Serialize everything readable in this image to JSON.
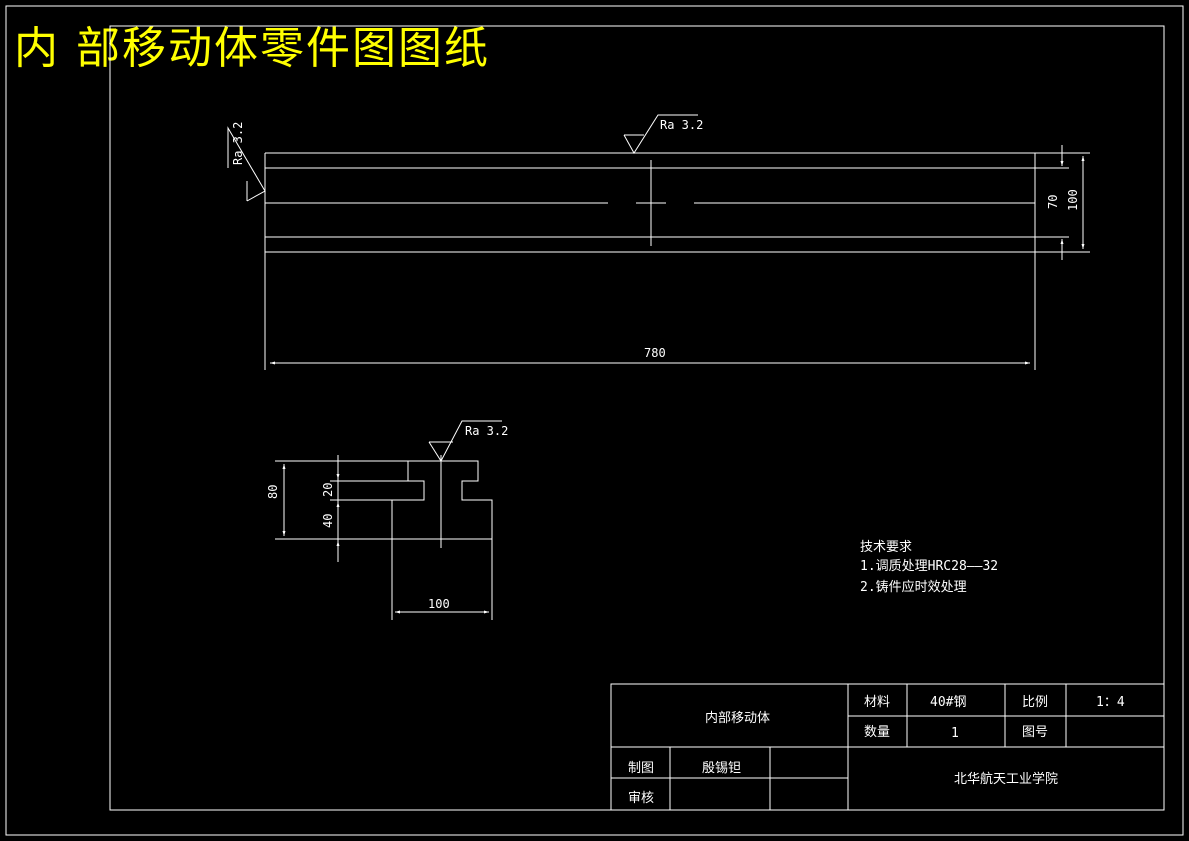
{
  "title": "内 部移动体零件图图纸",
  "front_view": {
    "roughness_top": "Ra 3.2",
    "roughness_left": "Ra 3.2",
    "length": "780",
    "inner_height": "70",
    "outer_height": "100"
  },
  "side_view": {
    "roughness": "Ra 3.2",
    "height_total": "80",
    "height_slot": "20",
    "height_lower": "40",
    "width": "100"
  },
  "tech_requirements": {
    "heading": "技术要求",
    "items": [
      "1.调质处理HRC28——32",
      "2.铸件应时效处理"
    ]
  },
  "title_block": {
    "part_name": "内部移动体",
    "material_label": "材料",
    "material_value": "40#钢",
    "scale_label": "比例",
    "scale_value": "1：4",
    "quantity_label": "数量",
    "quantity_value": "1",
    "drawing_no_label": "图号",
    "drawing_no_value": "",
    "drawn_label": "制图",
    "drawn_by": "殷锡钽",
    "checked_label": "审核",
    "checked_by": "",
    "school": "北华航天工业学院"
  },
  "colors": {
    "background": "#000000",
    "line": "#ffffff",
    "title": "#ffff00"
  }
}
